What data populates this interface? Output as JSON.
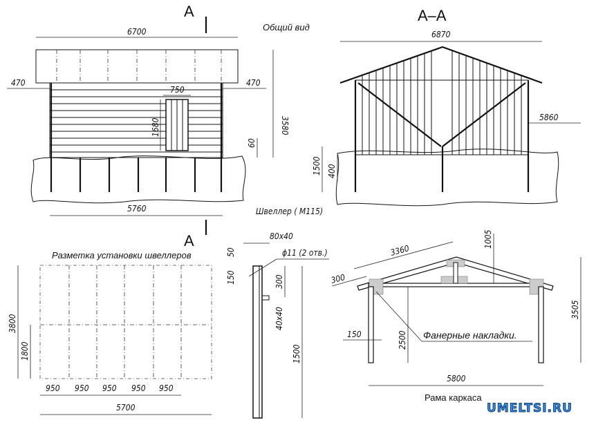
{
  "general_view": {
    "title": "Общий вид",
    "section_mark_top": "А",
    "section_mark_bottom": "А",
    "dims": {
      "width_top": "6700",
      "overhang_left": "470",
      "overhang_right": "470",
      "door_width": "750",
      "door_height": "1680",
      "height": "3580",
      "gap": "60",
      "base_width": "5760"
    },
    "channel_note": "Швеллер ( М115)"
  },
  "section_view": {
    "title": "А–А",
    "dims": {
      "width": "6870",
      "wall_height": "5860",
      "post_depth": "1500",
      "embed": "400"
    }
  },
  "layout_plan": {
    "title": "Разметка установки швеллеров",
    "dims": {
      "depth": "3800",
      "half_depth": "1800",
      "spacings": [
        "950",
        "950",
        "950",
        "950",
        "950"
      ],
      "total": "5700"
    }
  },
  "channel_detail": {
    "dims": {
      "section": "80x40",
      "hole_offset": "50",
      "hole_spacing": "150",
      "holes": "ϕ11 (2 отв.)",
      "bracket_offset": "300",
      "bracket": "40x40",
      "length": "1500"
    }
  },
  "frame": {
    "title": "Рама каркаса",
    "plates_note": "Фанерные накладки.",
    "dims": {
      "rafter": "3360",
      "ridge_height": "1005",
      "eave": "300",
      "total_height": "3505",
      "post_width": "150",
      "wall_height": "2500",
      "span": "5800"
    }
  },
  "watermark": "UMELTSI.RU"
}
